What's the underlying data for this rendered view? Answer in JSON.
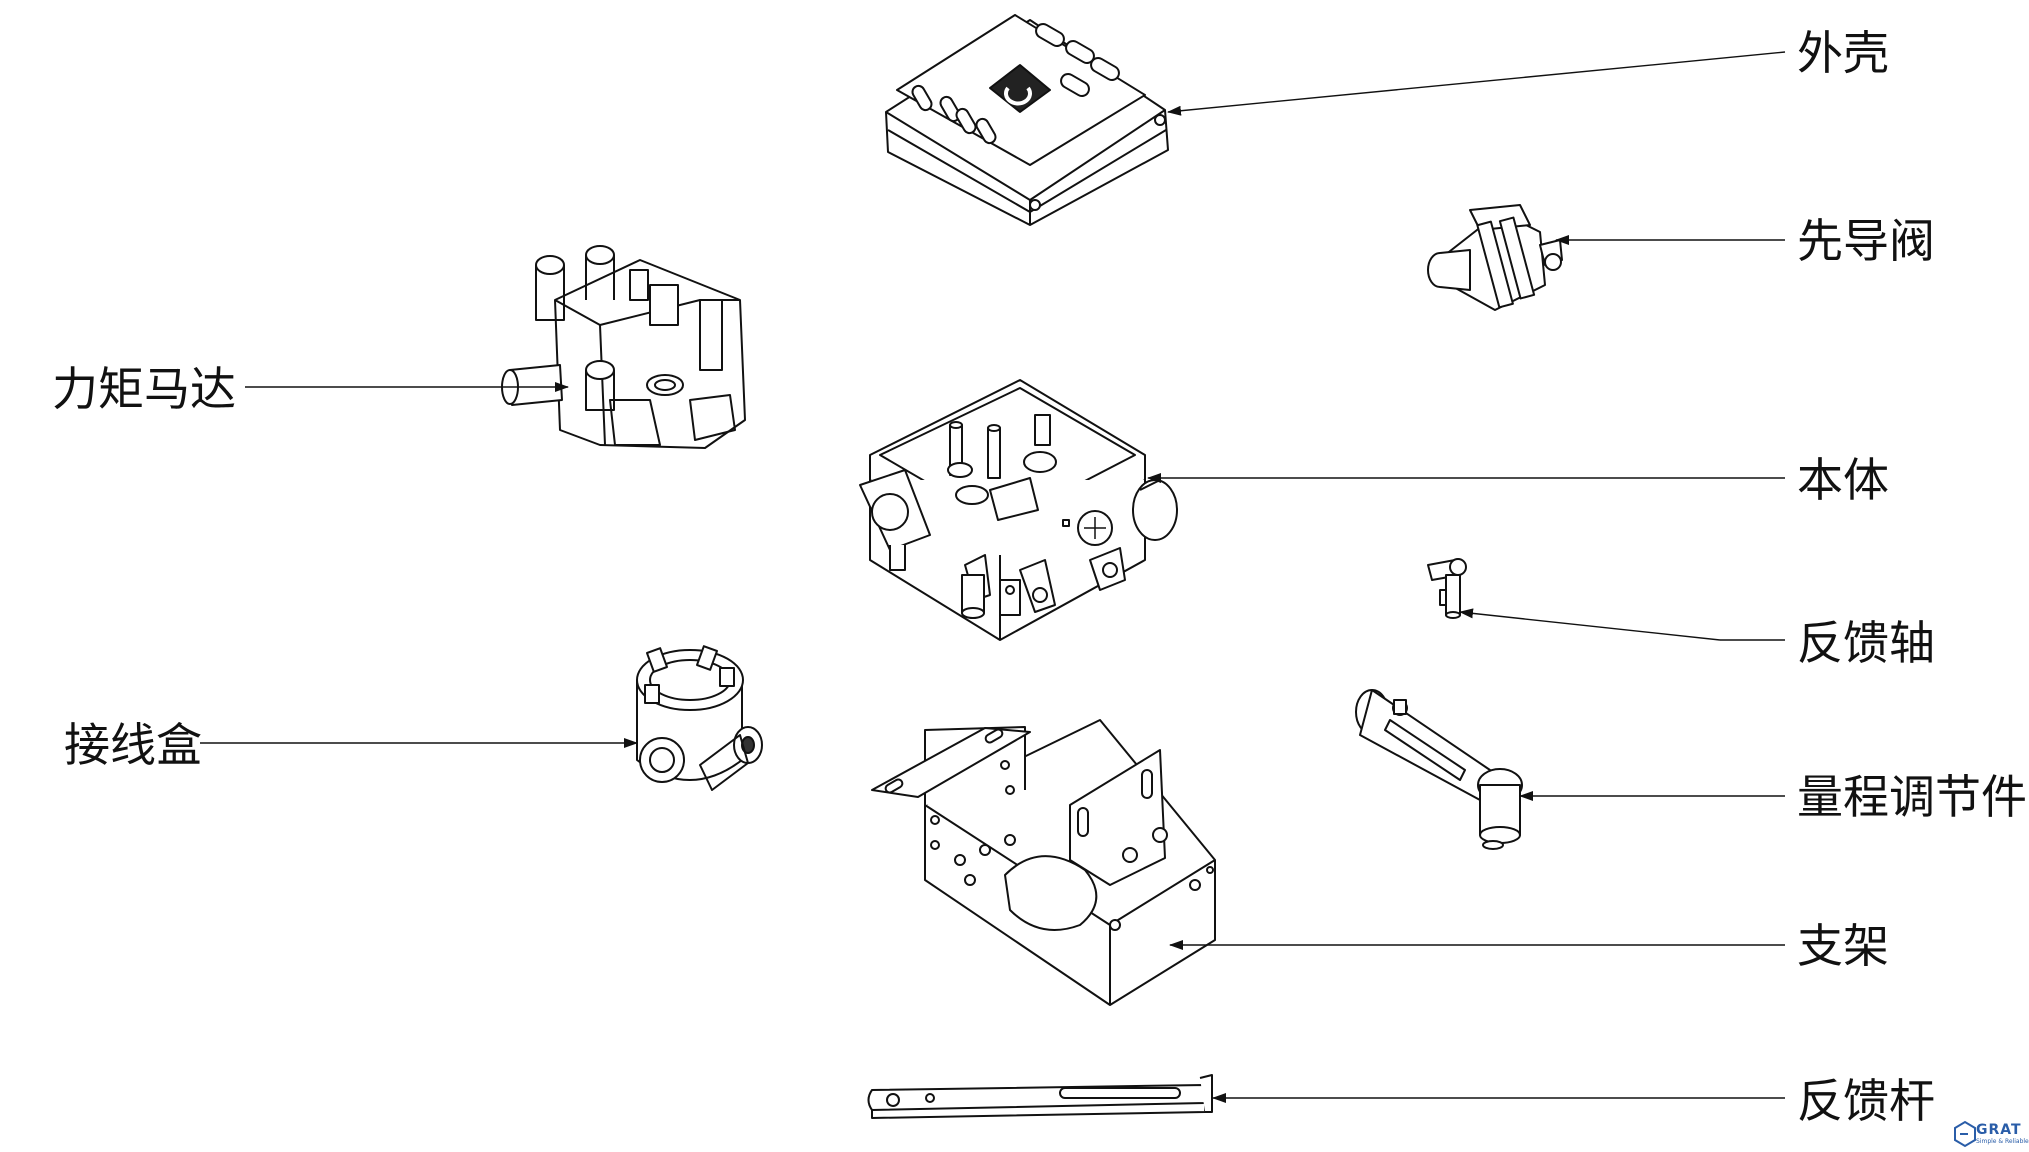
{
  "labels": {
    "housing": "外壳",
    "pilot_valve": "先导阀",
    "torque_motor": "力矩马达",
    "body": "本体",
    "feedback_shaft": "反馈轴",
    "junction_box": "接线盒",
    "range_adjuster": "量程调节件",
    "bracket": "支架",
    "feedback_rod": "反馈杆"
  },
  "logo": {
    "text": "GRAT",
    "sub": "Simple & Reliable"
  },
  "colors": {
    "line": "#111111",
    "logo": "#2a5da8"
  }
}
